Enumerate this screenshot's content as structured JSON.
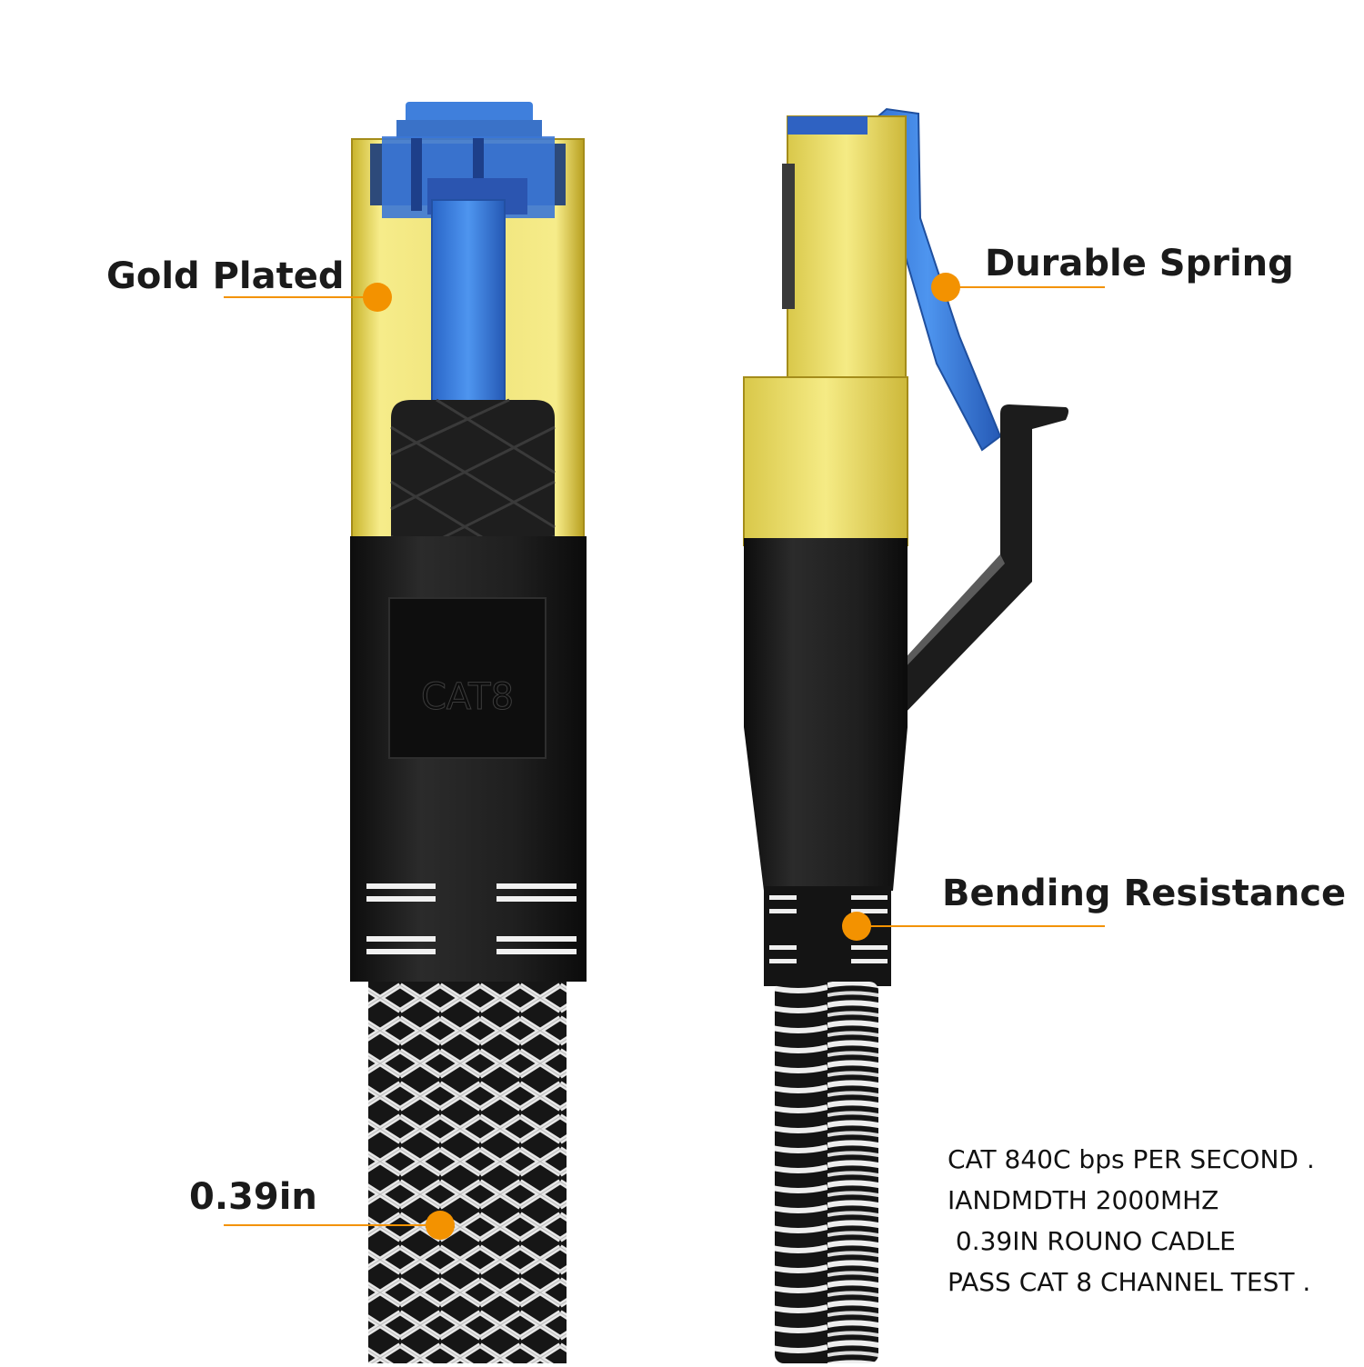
{
  "callouts": {
    "gold_plated": "Gold Plated",
    "durable_spring": "Durable Spring",
    "bending_resistance": "Bending Resistance",
    "diameter": "0.39in"
  },
  "connector_label": "CAT8",
  "specs": [
    "CAT 840C bps PER SECOND .",
    "IANDMDTH 2000MHZ",
    " 0.39IN ROUNO CADLE",
    "PASS CAT 8 CHANNEL TEST ."
  ],
  "colors": {
    "accent_dot": "#f39200",
    "leader_line": "#f39200",
    "gold": "#e9dc5a",
    "clip_blue": "#3d7fe0",
    "boot_black": "#1c1c1c",
    "braid_white": "#f2f2f2"
  }
}
